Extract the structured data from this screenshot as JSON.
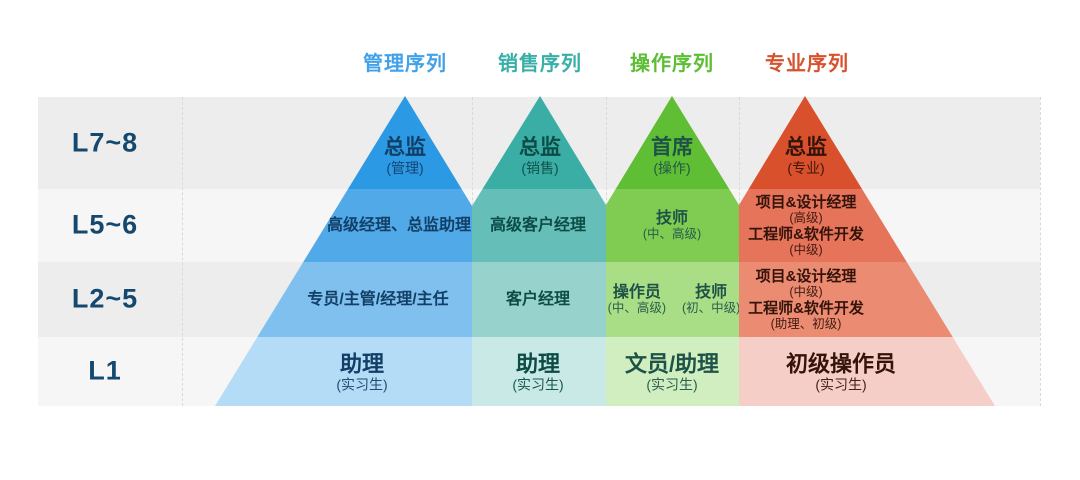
{
  "diagram": {
    "row_labels": [
      "L7~8",
      "L5~6",
      "L2~5",
      "L1"
    ],
    "row_label_color": "#15486E"
  },
  "pyramids": [
    {
      "key": "management",
      "header": "管理序列",
      "header_color": "#41A1E9",
      "text_color": "#123F66",
      "colors": [
        "#2B99E3",
        "#51A9E8",
        "#7FC0EE",
        "#B5DCF7"
      ],
      "tiers": [
        {
          "main": "总监",
          "sub": "(管理)"
        },
        {
          "main": "高级经理、总监助理"
        },
        {
          "main": "专员/主管/经理/主任"
        },
        {
          "main": "助理",
          "sub": "(实习生)"
        }
      ]
    },
    {
      "key": "sales",
      "header": "销售序列",
      "header_color": "#39AFA8",
      "text_color": "#0C4B46",
      "colors": [
        "#3AADA5",
        "#65BFB8",
        "#98D2CC",
        "#C8E9E5"
      ],
      "tiers": [
        {
          "main": "总监",
          "sub": "(销售)"
        },
        {
          "main": "高级客户经理"
        },
        {
          "main": "客户经理"
        },
        {
          "main": "助理",
          "sub": "(实习生)"
        }
      ]
    },
    {
      "key": "operations",
      "header": "操作序列",
      "header_color": "#5BBE33",
      "text_color": "#1E5247",
      "colors": [
        "#5FBE33",
        "#80CC52",
        "#A9DE87",
        "#D0EEC0"
      ],
      "tiers": [
        {
          "main": "首席",
          "sub": "(操作)"
        },
        {
          "main": "技师",
          "sub": "(中、高级)"
        },
        {
          "items": [
            {
              "main": "操作员",
              "sub": "(中、高级)"
            },
            {
              "main": "技师",
              "sub": "(初、中级)"
            }
          ]
        },
        {
          "main": "文员/助理",
          "sub": "(实习生)"
        }
      ]
    },
    {
      "key": "professional",
      "header": "专业序列",
      "header_color": "#D7512D",
      "text_color": "#33130A",
      "colors": [
        "#D8502C",
        "#E5745A",
        "#EB8B71",
        "#F6CEC8"
      ],
      "tiers": [
        {
          "main": "总监",
          "sub": "(专业)"
        },
        {
          "pairs": [
            {
              "main": "项目&设计经理",
              "sub": "(高级)"
            },
            {
              "main": "工程师&软件开发",
              "sub": "(中级)"
            }
          ]
        },
        {
          "pairs": [
            {
              "main": "项目&设计经理",
              "sub": "(中级)"
            },
            {
              "main": "工程师&软件开发",
              "sub": "(助理、初级)"
            }
          ]
        },
        {
          "main": "初级操作员",
          "sub": "(实习生)"
        }
      ]
    }
  ]
}
